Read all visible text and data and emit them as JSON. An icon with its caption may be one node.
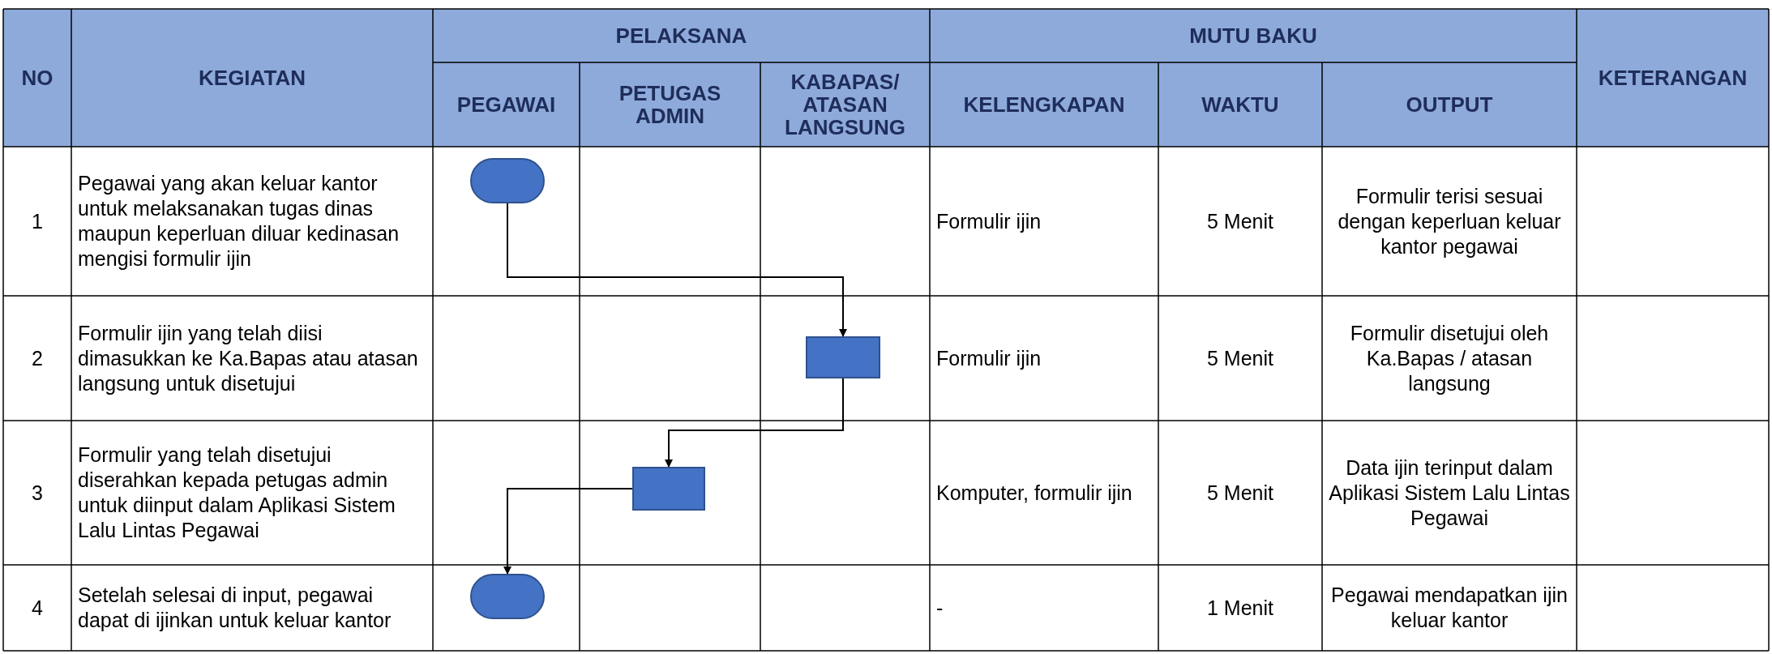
{
  "diagram": {
    "nodes": [
      {
        "text": [],
        "shape": "oval"
      },
      {
        "text": [],
        "shape": "box"
      },
      {
        "text": [],
        "shape": "box"
      },
      {
        "text": [],
        "shape": "oval"
      }
    ],
    "edges": [
      {
        "from": 0,
        "to": 1,
        "arrow": "to"
      },
      {
        "from": 1,
        "to": 2,
        "arrow": "to"
      },
      {
        "from": 2,
        "to": 3,
        "arrow": "to"
      }
    ],
    "labels": [
      "NO",
      "KEGIATAN",
      "PELAKSANA",
      "MUTU BAKU",
      "KETERANGAN",
      "PEGAWAI",
      "PETUGAS ADMIN",
      "KABAPAS/ ATASAN LANGSUNG",
      "KELENGKAPAN",
      "WAKTU",
      "OUTPUT",
      "1",
      "Pegawai yang akan keluar kantor untuk melaksanakan tugas dinas maupun keperluan diluar kedinasan mengisi formulir ijin",
      "Formulir ijin",
      "5 Menit",
      "Formulir terisi sesuai dengan keperluan keluar kantor pegawai",
      "2",
      "Formulir ijin yang telah diisi dimasukkan ke Ka.Bapas atau atasan langsung untuk disetujui",
      "Formulir ijin",
      "5 Menit",
      "Formulir disetujui oleh Ka.Bapas / atasan langsung",
      "3",
      "Formulir yang telah disetujui diserahkan kepada petugas admin untuk diinput dalam Aplikasi Sistem Lalu Lintas Pegawai",
      "Komputer, formulir ijin",
      "5 Menit",
      "Data ijin terinput dalam Aplikasi Sistem Lalu Lintas Pegawai",
      "4",
      "Setelah selesai di input, pegawai dapat di ijinkan untuk keluar kantor",
      "-",
      "1 Menit",
      "Pegawai mendapatkan ijin keluar kantor"
    ]
  }
}
